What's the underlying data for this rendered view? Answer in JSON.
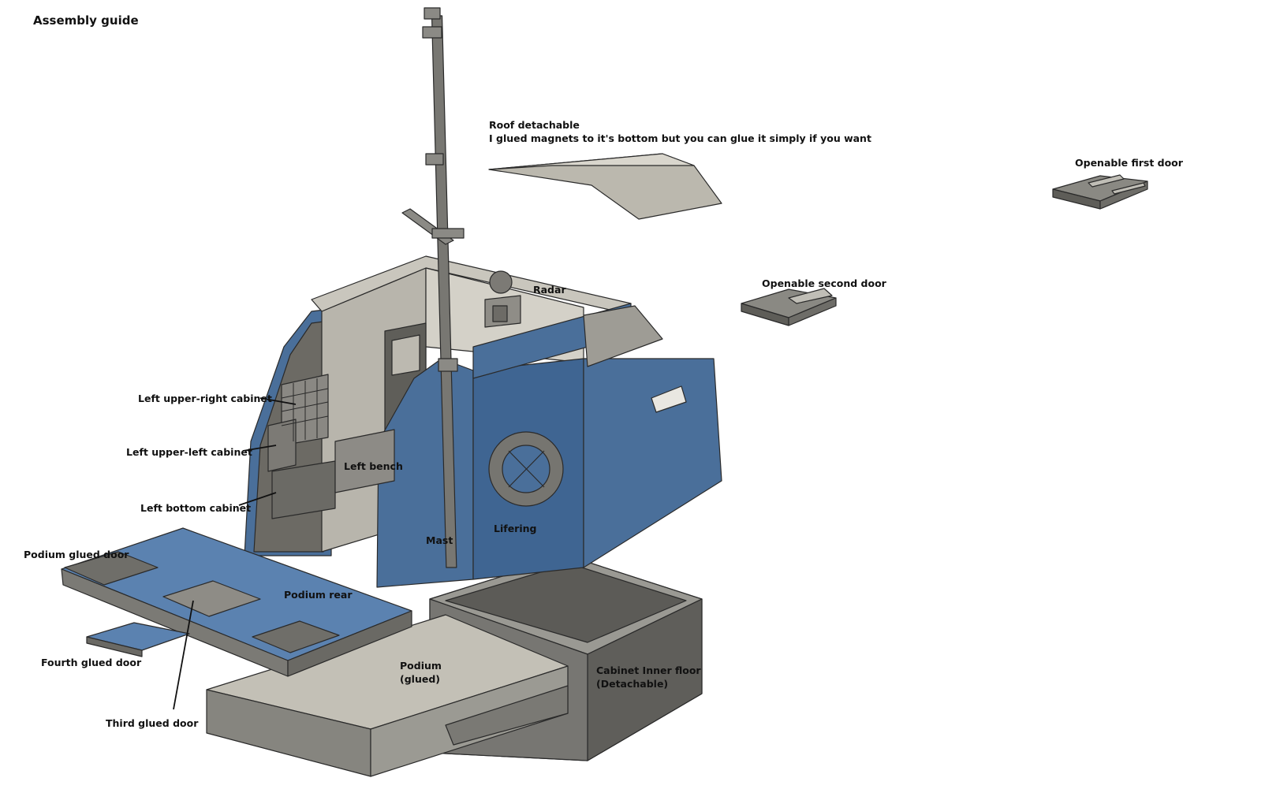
{
  "title": "Assembly guide",
  "labels": {
    "roof_line1": "Roof detachable",
    "roof_line2": "I glued magnets to it's bottom but you can glue it simply if you want",
    "first_door": "Openable first door",
    "second_door": "Openable second door",
    "radar": "Radar",
    "left_upper_right_cabinet": "Left upper-right cabinet",
    "left_upper_left_cabinet": "Left upper-left cabinet",
    "left_bench": "Left bench",
    "left_bottom_cabinet": "Left bottom cabinet",
    "podium_glued_door": "Podium glued door",
    "podium_rear": "Podium rear",
    "mast": "Mast",
    "lifering": "Lifering",
    "fourth_glued_door": "Fourth glued door",
    "podium_line1": "Podium",
    "podium_line2": "(glued)",
    "cabinet_floor_line1": "Cabinet Inner floor",
    "cabinet_floor_line2": "(Detachable)",
    "third_glued_door": "Third glued door"
  },
  "colors": {
    "hull_blue": "#4a6f9a",
    "hull_blue_dark": "#35557c",
    "part_gray": "#8c8c86",
    "part_light": "#bdbab0",
    "part_dark": "#6a6a66",
    "edge": "#2a2a2a"
  }
}
